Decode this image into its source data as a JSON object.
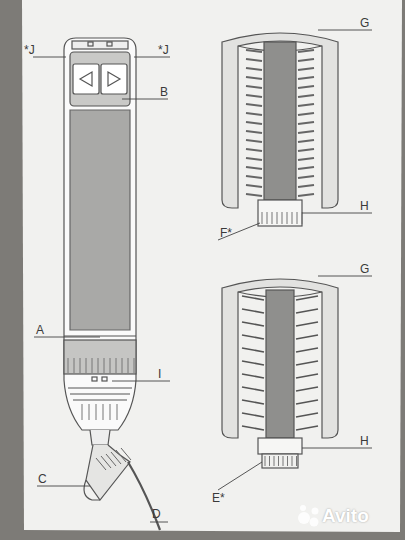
{
  "diagram": {
    "labels": [
      "*J",
      "*J",
      "B",
      "A",
      "I",
      "C",
      "D",
      "G",
      "H",
      "F*",
      "G",
      "H",
      "E*",
      "Avito"
    ]
  }
}
